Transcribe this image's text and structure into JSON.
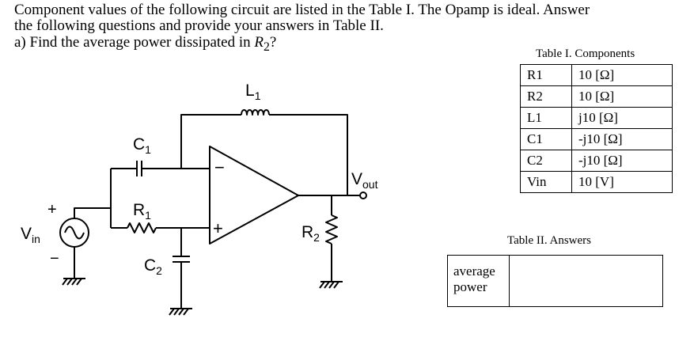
{
  "question": {
    "line1": "Component values of the following circuit are listed in the Table I. The Opamp is ideal. Answer",
    "line2": "the following questions and provide your answers in Table II.",
    "part_a_prefix": "a)  Find the average power dissipated in ",
    "part_a_var": "R",
    "part_a_sub": "2",
    "part_a_suffix": "?"
  },
  "circuit": {
    "labels": {
      "L1": "L",
      "L1_sub": "1",
      "C1": "C",
      "C1_sub": "1",
      "R1": "R",
      "R1_sub": "1",
      "C2": "C",
      "C2_sub": "2",
      "R2": "R",
      "R2_sub": "2",
      "Vin": "V",
      "Vin_sub": "in",
      "Vout": "V",
      "Vout_sub": "out",
      "opamp_minus": "−",
      "opamp_plus": "+",
      "source_plus": "+",
      "source_minus": "−"
    }
  },
  "table1": {
    "caption": "Table I. Components",
    "rows": [
      {
        "name": "R1",
        "value": "10 [Ω]"
      },
      {
        "name": "R2",
        "value": "10 [Ω]"
      },
      {
        "name": "L1",
        "value": "j10 [Ω]"
      },
      {
        "name": "C1",
        "value": "-j10 [Ω]"
      },
      {
        "name": "C2",
        "value": "-j10 [Ω]"
      },
      {
        "name": "Vin",
        "value": "10 [V]"
      }
    ]
  },
  "table2": {
    "caption": "Table II. Answers",
    "row_label_line1": "average",
    "row_label_line2": "power",
    "answer": ""
  }
}
